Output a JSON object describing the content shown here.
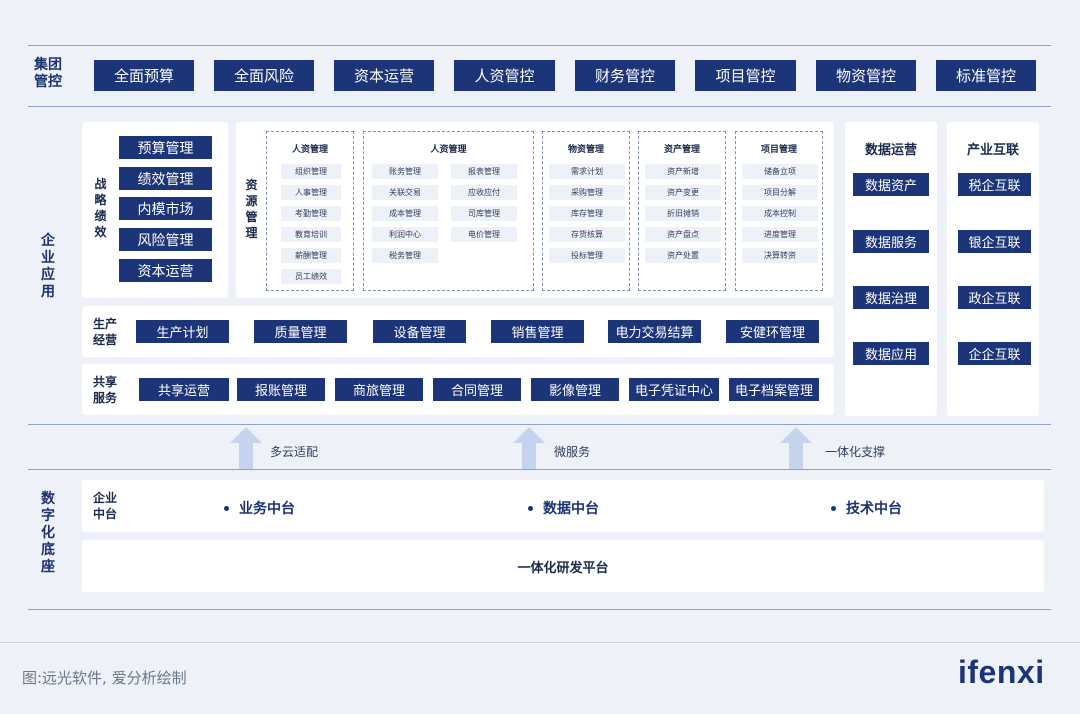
{
  "group_mgmt": {
    "label": "集团管控",
    "items": [
      "全面预算",
      "全面风险",
      "资本运营",
      "人资管控",
      "财务管控",
      "项目管控",
      "物资管控",
      "标准管控"
    ]
  },
  "enterprise_apps": {
    "label": "企业应用",
    "strategy": {
      "label": "战略绩效",
      "items": [
        "预算管理",
        "绩效管理",
        "内模市场",
        "风险管理",
        "资本运营"
      ]
    },
    "resources": {
      "label": "资源管理",
      "columns": [
        {
          "title": "人资管理",
          "items": [
            "组织管理",
            "人事管理",
            "考勤管理",
            "教育培训",
            "薪酬管理",
            "员工绩效"
          ]
        },
        {
          "title": "人资管理",
          "items": [
            "账务管理",
            "报表管理",
            "关联交易",
            "应收应付",
            "成本管理",
            "司库管理",
            "利润中心",
            "电价管理",
            "税务管理"
          ]
        },
        {
          "title": "物资管理",
          "items": [
            "需求计划",
            "采购管理",
            "库存管理",
            "存货核算",
            "投标管理"
          ]
        },
        {
          "title": "资产管理",
          "items": [
            "资产新增",
            "资产变更",
            "折旧摊销",
            "资产盘点",
            "资产处置"
          ]
        },
        {
          "title": "项目管理",
          "items": [
            "储备立项",
            "项目分解",
            "成本控制",
            "进度管理",
            "决算转资"
          ]
        }
      ]
    },
    "production": {
      "label": "生产经营",
      "items": [
        "生产计划",
        "质量管理",
        "设备管理",
        "销售管理",
        "电力交易结算",
        "安健环管理"
      ]
    },
    "shared": {
      "label": "共享服务",
      "items": [
        "共享运营",
        "报账管理",
        "商旅管理",
        "合同管理",
        "影像管理",
        "电子凭证中心",
        "电子档案管理"
      ]
    },
    "data_ops": {
      "label": "数据运营",
      "items": [
        "数据资产",
        "数据服务",
        "数据治理",
        "数据应用"
      ]
    },
    "industry": {
      "label": "产业互联",
      "items": [
        "税企互联",
        "银企互联",
        "政企互联",
        "企企互联"
      ]
    }
  },
  "arrows": [
    "多云适配",
    "微服务",
    "一体化支撑"
  ],
  "digital_base": {
    "label": "数字化底座",
    "middle_label": "企业中台",
    "middle_items": [
      "业务中台",
      "数据中台",
      "技术中台"
    ],
    "platform": "一体化研发平台"
  },
  "footer": {
    "source": "图:远光软件, 爱分析绘制",
    "logo": "ifenxi"
  },
  "colors": {
    "navy": "#1c3478",
    "background": "#eef2f8",
    "arrow": "#c5d4ee"
  }
}
